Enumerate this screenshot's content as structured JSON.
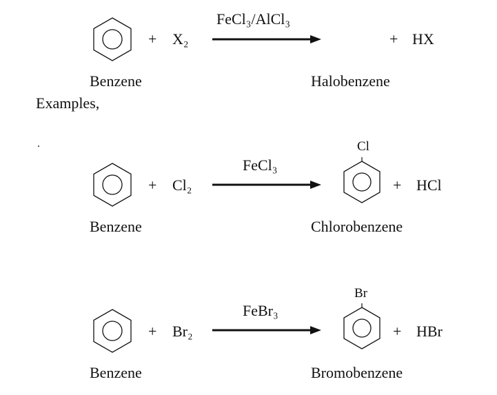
{
  "general": {
    "reactant": "Benzene",
    "plus": "+",
    "reagent": "X₂",
    "catalyst": "FeCl₃/AlCl₃",
    "byproduct": "HX",
    "product_name": "Halobenzene"
  },
  "examples_label": "Examples,",
  "dot": ".",
  "reactions": [
    {
      "reactant": "Benzene",
      "plus": "+",
      "reagent": "Cl₂",
      "catalyst": "FeCl₃",
      "substituent": "Cl",
      "byproduct": "HCl",
      "product_name": "Chlorobenzene"
    },
    {
      "reactant": "Benzene",
      "plus": "+",
      "reagent": "Br₂",
      "catalyst": "FeBr₃",
      "substituent": "Br",
      "byproduct": "HBr",
      "product_name": "Bromobenzene"
    }
  ]
}
